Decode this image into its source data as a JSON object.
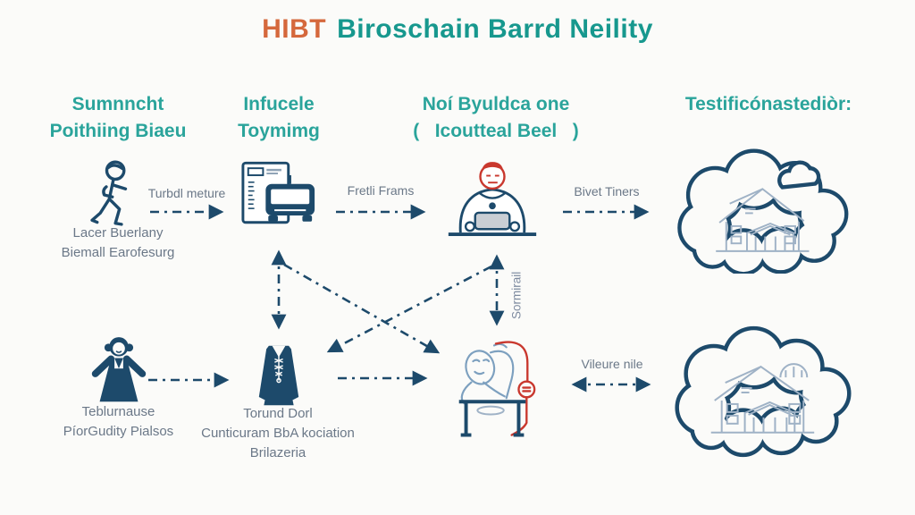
{
  "title": {
    "prefix": "HIBT",
    "main": "Biroschain Barrd Neility"
  },
  "columns": [
    {
      "line1": "Sumnncht",
      "line2": "Poithiing Biaeu"
    },
    {
      "line1": "Infucele",
      "line2": "Toymimg"
    },
    {
      "line1": "Noí Byuldca one",
      "line2": "(   Icoutteal Beel   )"
    },
    {
      "line1": "Testificónastediòr:",
      "line2": ""
    }
  ],
  "nodes": {
    "walker": {
      "caption_line1": "Lacer Buerlany",
      "caption_line2": "Biemall Earofesurg"
    },
    "woman": {
      "caption_line1": "Teblurnause",
      "caption_line2": "PíorGudity Pialsos"
    },
    "dress": {
      "caption_line1": "Torund Dorl",
      "caption_line2": "Cunticuram BbA kociation",
      "caption_line3": "Brilazeria"
    }
  },
  "arrow_labels": {
    "walker_to_document": "Turbdl meture",
    "document_to_analyst": "Fretli Frams",
    "analyst_to_cloud": "Bivet Tiners",
    "operator_to_cloud": "Vileure nile",
    "analyst_vertical": "Sormirail"
  },
  "icons": [
    "walking-person-icon",
    "document-bus-icon",
    "person-at-laptop-icon",
    "cloud-building-icon",
    "standing-woman-icon",
    "dress-icon",
    "person-at-machine-icon",
    "cloud-building-dome-icon"
  ],
  "colors": {
    "accent_orange": "#d5683c",
    "accent_teal": "#17988e",
    "header_teal": "#2aa49b",
    "line_navy": "#1d4a6b",
    "label_gray": "#6b7888",
    "sketch_blue": "#9fb2c6",
    "accent_red": "#c9382e",
    "background": "#fbfbf9"
  }
}
